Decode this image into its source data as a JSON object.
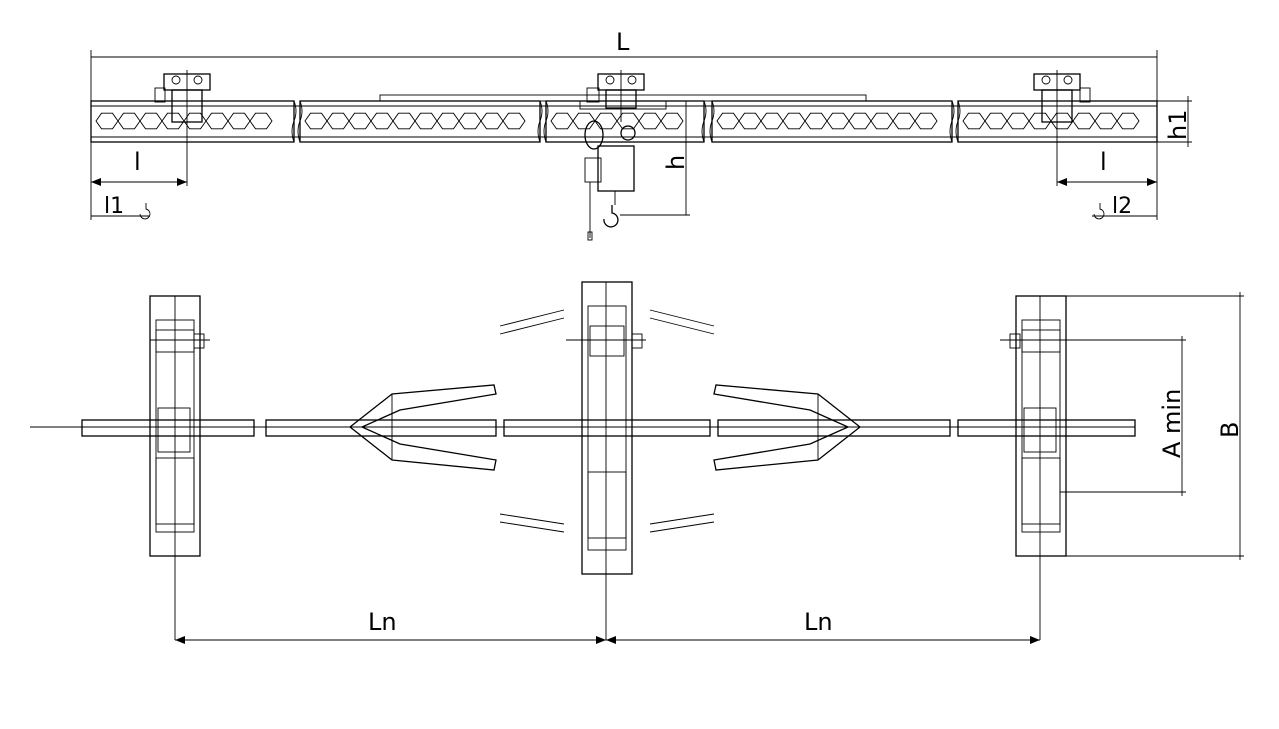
{
  "diagram": {
    "labels": {
      "overall_length": "L",
      "left_overhang": "l",
      "right_overhang": "l",
      "left_hook_approach": "l1",
      "right_hook_approach": "l2",
      "beam_height": "h1",
      "lift_height": "h",
      "span_left": "Ln",
      "span_right": "Ln",
      "track_width": "B",
      "min_wheelbase": "A min"
    },
    "colors": {
      "line": "#000000",
      "background": "#ffffff"
    }
  }
}
